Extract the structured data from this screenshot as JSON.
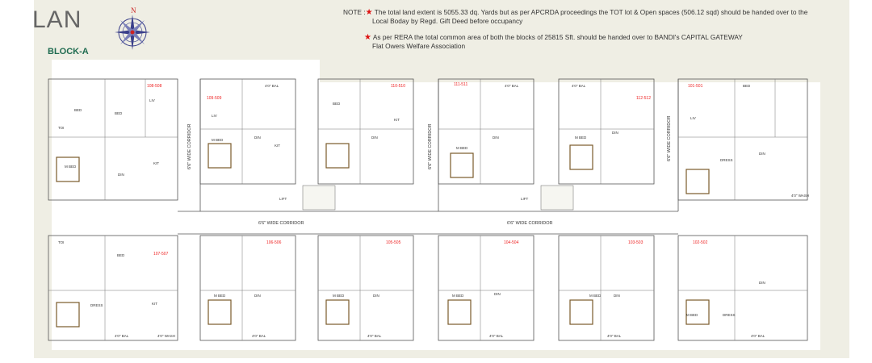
{
  "header": {
    "title": "LAN",
    "block": "BLOCK-A",
    "compass_letter": "N"
  },
  "notes": {
    "label": "NOTE :",
    "note1_line1": "The total land extent is 5055.33 dq. Yards but as per APCRDA proceedings the TOT lot & Open spaces (506.12 sqd) should be handed over to the",
    "note1_line2": "Local Boday by Regd. Gift Deed before occupancy",
    "note2_line1": "As per RERA the total common area of both the blocks of 25815 Sft. should be handed over to BANDI's CAPITAL GATEWAY",
    "note2_line2": "Flat Owers Welfare Association"
  },
  "corridors": {
    "vertical": "6'6\" WIDE CORRIDOR",
    "horizontal": "6'6\" WIDE CORRIDOR",
    "lift": "LIFT"
  },
  "units_top": [
    "108-508",
    "109-509",
    "110-510",
    "111-511",
    "112-512",
    "101-501"
  ],
  "units_bottom": [
    "107-507",
    "106-506",
    "105-505",
    "104-504",
    "103-503",
    "102-502"
  ],
  "rooms": {
    "bed": "BED",
    "mbed": "M BED",
    "liv": "LIV",
    "din": "DIN",
    "kit": "KIT",
    "toi": "TOI",
    "bal": "4'0\" BAL",
    "wash": "4'0\" WASH",
    "dress": "DRESS"
  },
  "colors": {
    "accent_green": "#1f6b50",
    "unit_red": "#e22222",
    "band": "#efeee4"
  }
}
